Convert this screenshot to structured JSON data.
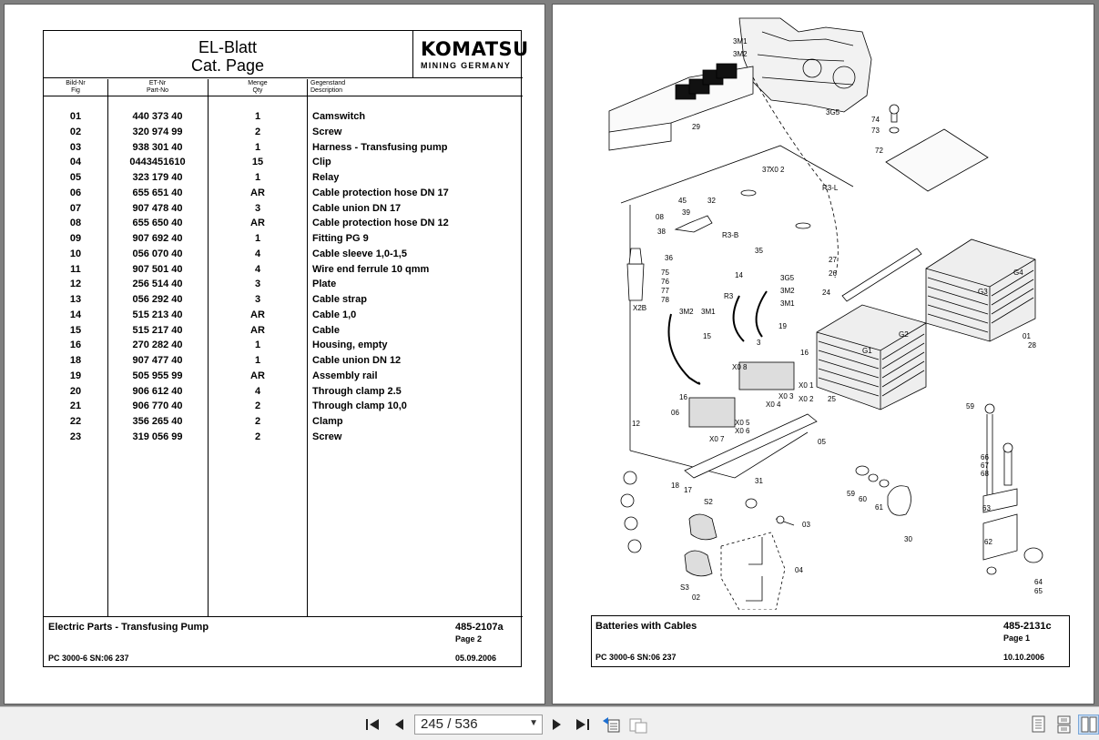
{
  "left_page": {
    "title_line1": "EL-Blatt",
    "title_line2": "Cat. Page",
    "logo_main": "KOMATSU",
    "logo_sub": "MINING GERMANY",
    "columns": [
      {
        "de": "Bild-Nr",
        "en": "Fig"
      },
      {
        "de": "ET-Nr",
        "en": "Part-No"
      },
      {
        "de": "Menge",
        "en": "Qty"
      },
      {
        "de": "Gegenstand",
        "en": "Description"
      }
    ],
    "rows": [
      {
        "fig": "01",
        "part": "440 373 40",
        "qty": "1",
        "desc": "Camswitch"
      },
      {
        "fig": "02",
        "part": "320 974 99",
        "qty": "2",
        "desc": "Screw"
      },
      {
        "fig": "03",
        "part": "938 301 40",
        "qty": "1",
        "desc": "Harness - Transfusing pump"
      },
      {
        "fig": "04",
        "part": "0443451610",
        "qty": "15",
        "desc": "Clip"
      },
      {
        "fig": "05",
        "part": "323 179 40",
        "qty": "1",
        "desc": "Relay"
      },
      {
        "fig": "06",
        "part": "655 651 40",
        "qty": "AR",
        "desc": "Cable protection hose DN 17"
      },
      {
        "fig": "07",
        "part": "907 478 40",
        "qty": "3",
        "desc": "Cable union DN 17"
      },
      {
        "fig": "08",
        "part": "655 650 40",
        "qty": "AR",
        "desc": "Cable protection hose DN 12"
      },
      {
        "fig": "09",
        "part": "907 692 40",
        "qty": "1",
        "desc": "Fitting PG 9"
      },
      {
        "fig": "10",
        "part": "056 070 40",
        "qty": "4",
        "desc": "Cable sleeve 1,0-1,5"
      },
      {
        "fig": "11",
        "part": "907 501 40",
        "qty": "4",
        "desc": "Wire end ferrule 10 qmm"
      },
      {
        "fig": "12",
        "part": "256 514 40",
        "qty": "3",
        "desc": "Plate"
      },
      {
        "fig": "13",
        "part": "056 292 40",
        "qty": "3",
        "desc": "Cable strap"
      },
      {
        "fig": "14",
        "part": "515 213 40",
        "qty": "AR",
        "desc": "Cable 1,0"
      },
      {
        "fig": "15",
        "part": "515 217 40",
        "qty": "AR",
        "desc": "Cable"
      },
      {
        "fig": "16",
        "part": "270 282 40",
        "qty": "1",
        "desc": "Housing, empty"
      },
      {
        "fig": "18",
        "part": "907 477 40",
        "qty": "1",
        "desc": "Cable union DN 12"
      },
      {
        "fig": "19",
        "part": "505 955 99",
        "qty": "AR",
        "desc": "Assembly rail"
      },
      {
        "fig": "20",
        "part": "906 612 40",
        "qty": "4",
        "desc": "Through clamp 2.5"
      },
      {
        "fig": "21",
        "part": "906 770 40",
        "qty": "2",
        "desc": "Through clamp 10,0"
      },
      {
        "fig": "22",
        "part": "356 265 40",
        "qty": "2",
        "desc": "Clamp"
      },
      {
        "fig": "23",
        "part": "319 056 99",
        "qty": "2",
        "desc": "Screw"
      }
    ],
    "footer": {
      "title": "Electric Parts - Transfusing Pump",
      "doc_no": "485-2107a",
      "page": "Page 2",
      "machine": "PC 3000-6 SN:06 237",
      "date": "05.09.2006"
    }
  },
  "right_page": {
    "callouts": [
      "3M1",
      "3M2",
      "3G5",
      "74",
      "73",
      "72",
      "29",
      "45",
      "37",
      "X0 2",
      "R3-L",
      "32",
      "08",
      "39",
      "38",
      "R3-B",
      "35",
      "36",
      "75",
      "76",
      "77",
      "78",
      "X2B",
      "14",
      "3G5",
      "3M2",
      "3M1",
      "R3",
      "27",
      "26",
      "24",
      "G4",
      "G3",
      "G1",
      "G2",
      "01",
      "28",
      "3M2",
      "3M1",
      "15",
      "3",
      "19",
      "16",
      "X0 8",
      "X0 1",
      "X0 3",
      "X0 2",
      "X0 4",
      "25",
      "16",
      "06",
      "X0 5",
      "X0 6",
      "X0 7",
      "05",
      "12",
      "59",
      "66",
      "67",
      "68",
      "31",
      "18",
      "17",
      "S2",
      "03",
      "59",
      "60",
      "61",
      "30",
      "63",
      "62",
      "04",
      "S3",
      "02",
      "64",
      "65"
    ],
    "footer": {
      "title": "Batteries with Cables",
      "doc_no": "485-2131c",
      "page": "Page 1",
      "machine": "PC 3000-6 SN:06 237",
      "date": "10.10.2006"
    }
  },
  "toolbar": {
    "page_indicator": "245 / 536",
    "icons": [
      "first-page-icon",
      "prev-page-icon",
      "next-page-icon",
      "last-page-icon",
      "page-back-icon",
      "page-forward-icon",
      "single-page-view-icon",
      "continuous-view-icon",
      "two-page-view-icon"
    ]
  }
}
